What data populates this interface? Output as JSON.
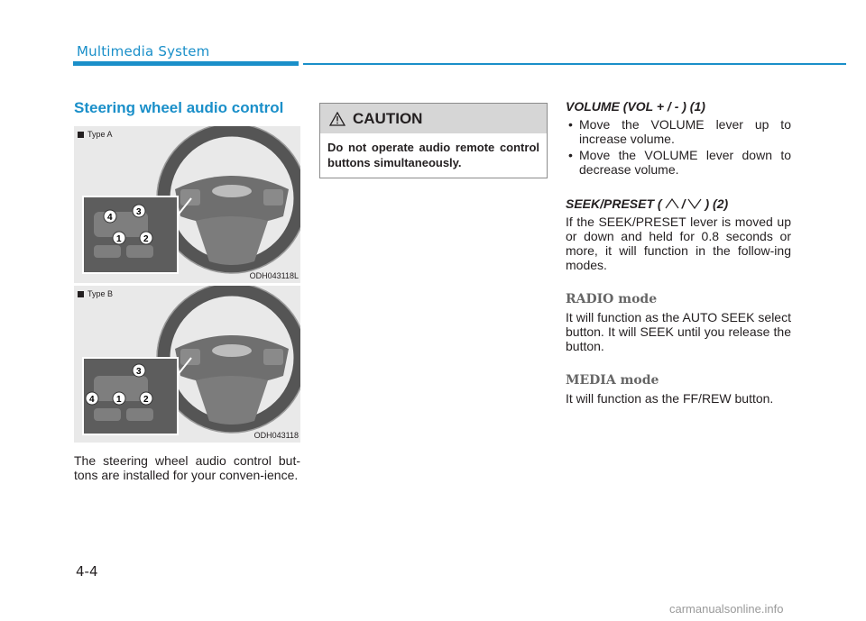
{
  "header": {
    "title": "Multimedia System"
  },
  "left": {
    "title": "Steering wheel audio control",
    "figures": [
      {
        "type_label": "Type A",
        "code": "ODH043118L"
      },
      {
        "type_label": "Type B",
        "code": "ODH043118"
      }
    ],
    "intro": "The steering wheel audio control but-tons are installed for your conven-ience."
  },
  "caution": {
    "title": "CAUTION",
    "text": "Do not operate audio remote control buttons simultaneously."
  },
  "right": {
    "volume_heading": "VOLUME (VOL + / - ) (1)",
    "volume_bullets": [
      "Move the VOLUME lever up to increase volume.",
      "Move the VOLUME lever down to decrease volume."
    ],
    "seek_heading_prefix": "SEEK/PRESET (",
    "seek_heading_sep": "/",
    "seek_heading_suffix": ") (2)",
    "seek_text": "If the SEEK/PRESET lever is moved up or down and held for 0.8 seconds or more, it will function in the follow-ing modes.",
    "radio_heading": "RADIO mode",
    "radio_text": "It will function as the AUTO SEEK select button. It will SEEK until you release the button.",
    "media_heading": "MEDIA mode",
    "media_text": "It will function as the FF/REW button."
  },
  "footer": {
    "page_number": "4-4",
    "watermark": "carmanualsonline.info"
  }
}
